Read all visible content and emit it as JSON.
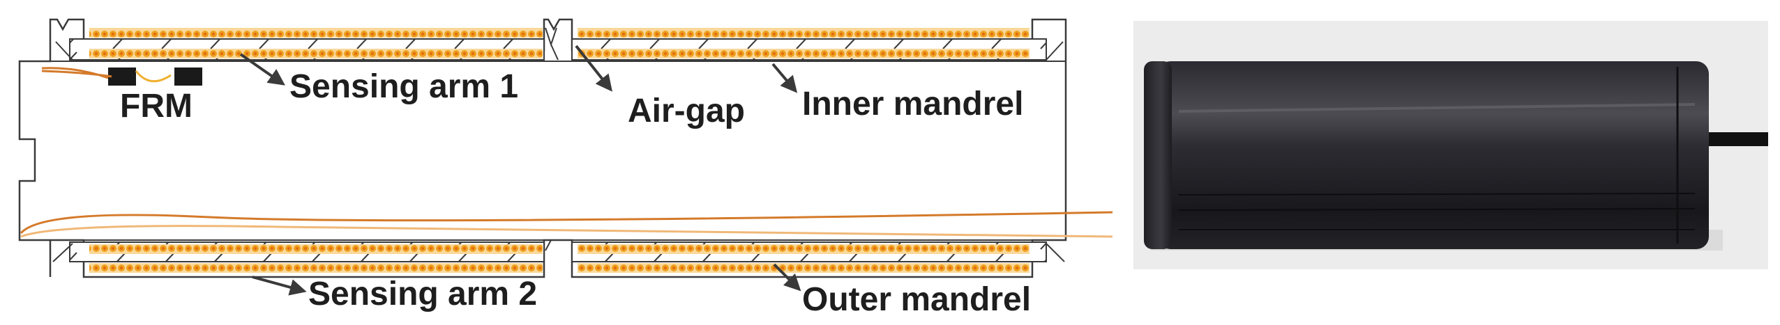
{
  "labels": {
    "frm": "FRM",
    "sensing_arm_1": "Sensing arm 1",
    "air_gap": "Air-gap",
    "inner_mandrel": "Inner mandrel",
    "sensing_arm_2": "Sensing arm 2",
    "outer_mandrel": "Outer mandrel"
  },
  "colors": {
    "fiber_coil": "#f0a020",
    "fiber_core": "#e07010",
    "coil_bg": "#f9d89a",
    "fiber_lead_dark": "#d47a2a",
    "fiber_lead_light": "#f0b878",
    "frm_block": "#1a1a1a",
    "outline": "#3a3a3a",
    "photo_background": "#ececec",
    "cylinder": "#1b1b1f"
  },
  "photo": {
    "icon": "black-cylinder-sensor-photo"
  }
}
